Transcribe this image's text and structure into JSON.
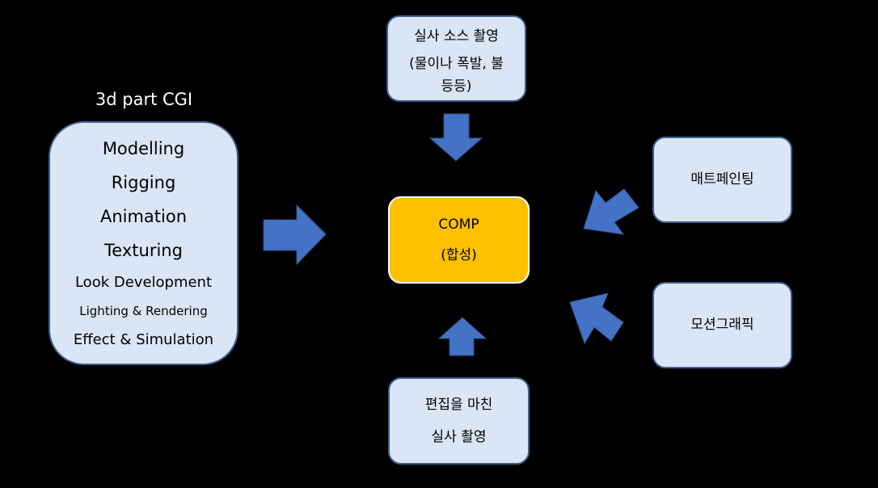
{
  "cgi_group": {
    "title": "3d part CGI",
    "items": [
      "Modelling",
      "Rigging",
      "Animation",
      "Texturing",
      "Look Development",
      "Lighting & Rendering",
      "Effect & Simulation"
    ]
  },
  "live_source": {
    "lines": [
      "실사 소스 촬영",
      "(물이나 폭발, 불",
      "등등)"
    ]
  },
  "comp": {
    "lines": [
      "COMP",
      "(합성)"
    ]
  },
  "matte_painting": {
    "label": "매트페인팅"
  },
  "motion_graphics": {
    "label": "모션그래픽"
  },
  "edited_footage": {
    "lines": [
      "편집을 마친",
      "실사 촬영"
    ]
  },
  "colors": {
    "background": "#000000",
    "box_fill": "#dae6f5",
    "box_border": "#3f5f8f",
    "comp_fill": "#ffc000",
    "arrow_fill": "#4472c4"
  }
}
